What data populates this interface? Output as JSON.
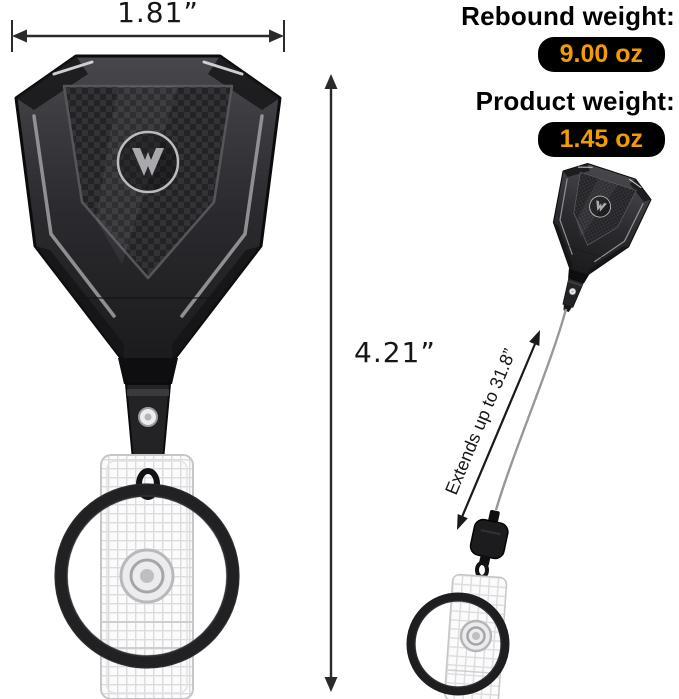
{
  "annotations": {
    "width": "1.81”",
    "height": "4.21”",
    "extend": "Extends up to 31.8”"
  },
  "specs": {
    "rebound_label": "Rebound weight:",
    "rebound_value": "9.00 oz",
    "weight_label": "Product weight:",
    "weight_value": "1.45 oz"
  },
  "colors": {
    "accent_orange": "#F49B00",
    "badge_background": "#000000",
    "annotation_text": "#161616",
    "product_body": "#2B2B2F",
    "background": "#FFFFFF"
  },
  "icons": {
    "brand_emblem": "v-shield-logo"
  }
}
